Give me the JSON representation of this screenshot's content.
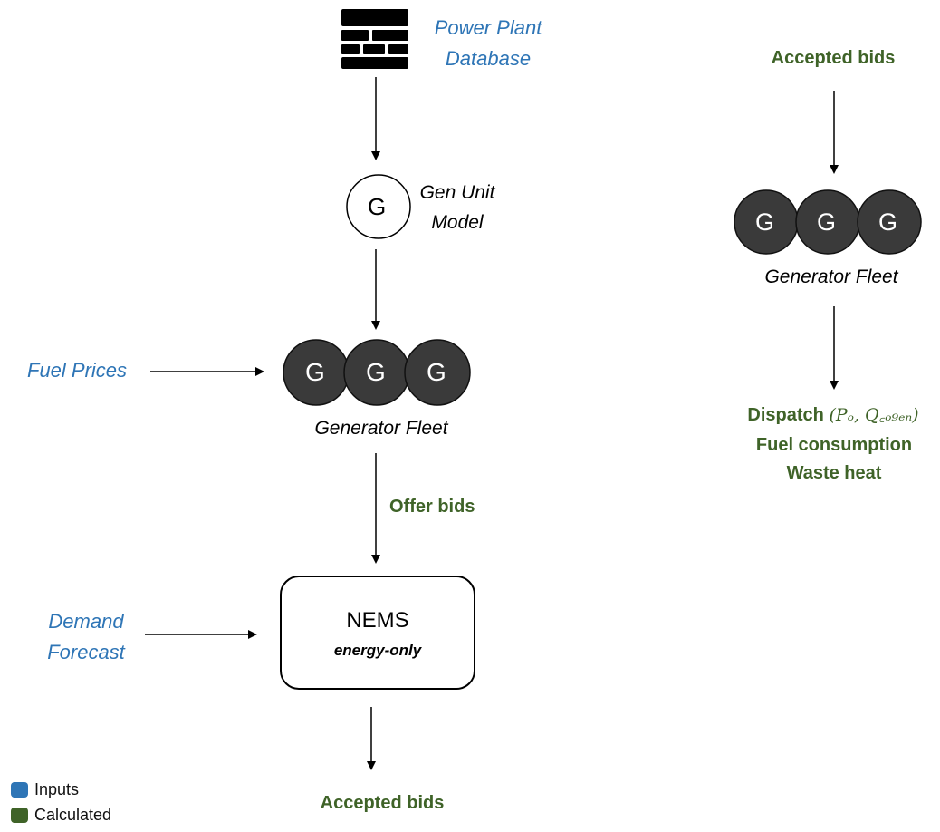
{
  "colors": {
    "inputs": "#2e75b6",
    "calculated": "#3f6328",
    "generator": "#3a3a3a"
  },
  "left_flow": {
    "database": {
      "label_line1": "Power Plant",
      "label_line2": "Database",
      "icon": "database-icon"
    },
    "gen_unit": {
      "glyph": "G",
      "label_line1": "Gen Unit",
      "label_line2": "Model"
    },
    "fuel_prices": "Fuel Prices",
    "fleet": {
      "glyph": "G",
      "label": "Generator Fleet"
    },
    "offer_bids": "Offer bids",
    "demand_forecast": {
      "line1": "Demand",
      "line2": "Forecast"
    },
    "nems": {
      "title": "NEMS",
      "subtitle": "energy-only"
    },
    "accepted_bids": "Accepted bids"
  },
  "right_flow": {
    "accepted_bids": "Accepted bids",
    "fleet": {
      "glyph": "G",
      "label": "Generator Fleet"
    },
    "outputs": {
      "dispatch_label": "Dispatch",
      "dispatch_formula": "(Pₒ, Q꜀ₒ₉ₑₙ)",
      "fuel_consumption": "Fuel consumption",
      "waste_heat": "Waste heat"
    }
  },
  "legend": {
    "inputs": "Inputs",
    "calculated": "Calculated"
  }
}
